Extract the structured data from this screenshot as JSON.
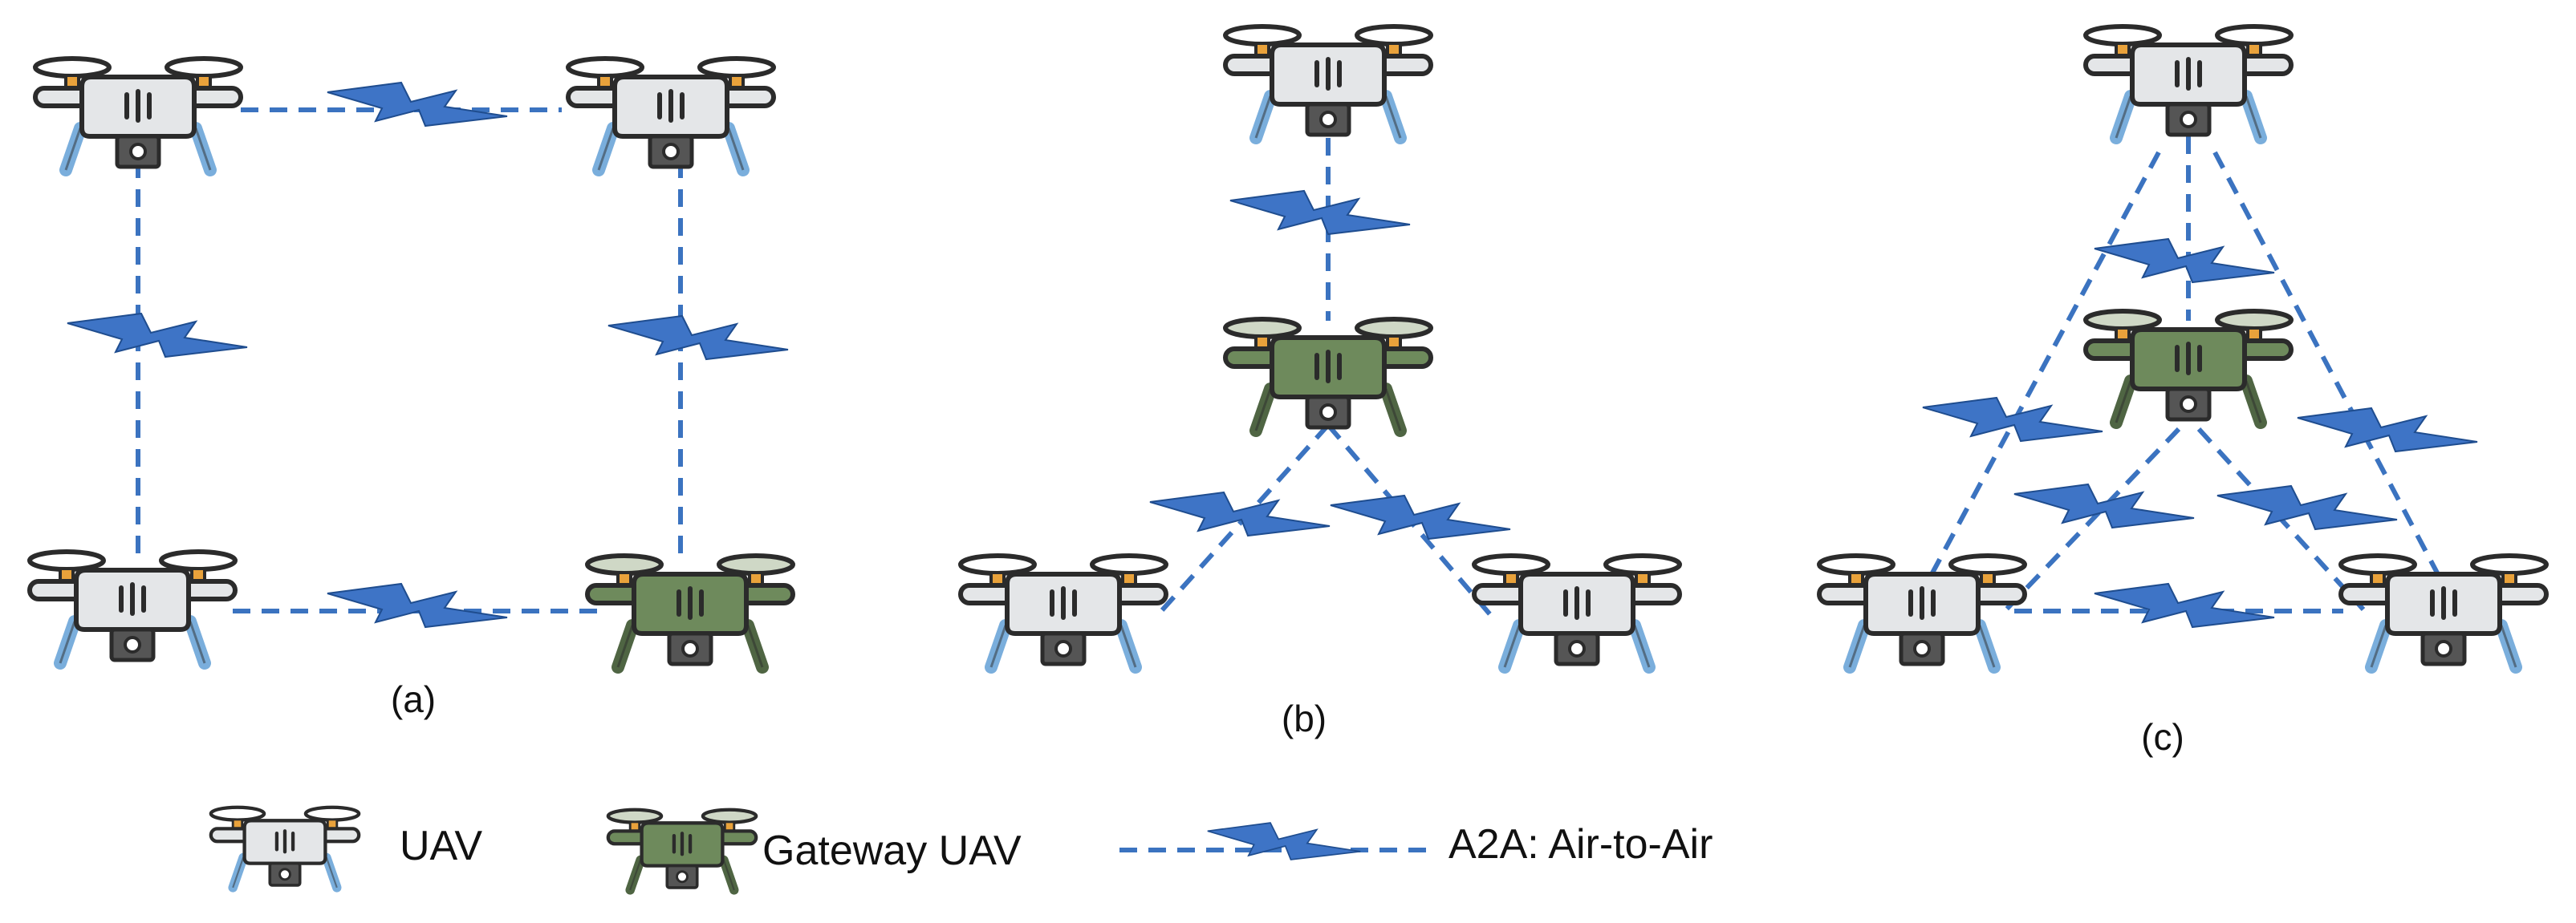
{
  "colors": {
    "link": "#3b73c0",
    "bolt": "#3e74c6",
    "bolt_stroke": "#1f4d8f",
    "uav_body": "#e4e6e8",
    "gateway_body": "#6e8a5c",
    "outline": "#2b2b2b",
    "leg": "#7aaedc",
    "rotor": "#ffffff",
    "camera": "#555555"
  },
  "icons": {
    "uav": "drone-icon",
    "gateway": "gateway-drone-icon",
    "link": "lightning-bolt-icon"
  },
  "subfigures": {
    "a": {
      "label": "(a)"
    },
    "b": {
      "label": "(b)"
    },
    "c": {
      "label": "(c)"
    }
  },
  "legend": {
    "uav": "UAV",
    "gateway": "Gateway UAV",
    "a2a": "A2A: Air-to-Air"
  }
}
